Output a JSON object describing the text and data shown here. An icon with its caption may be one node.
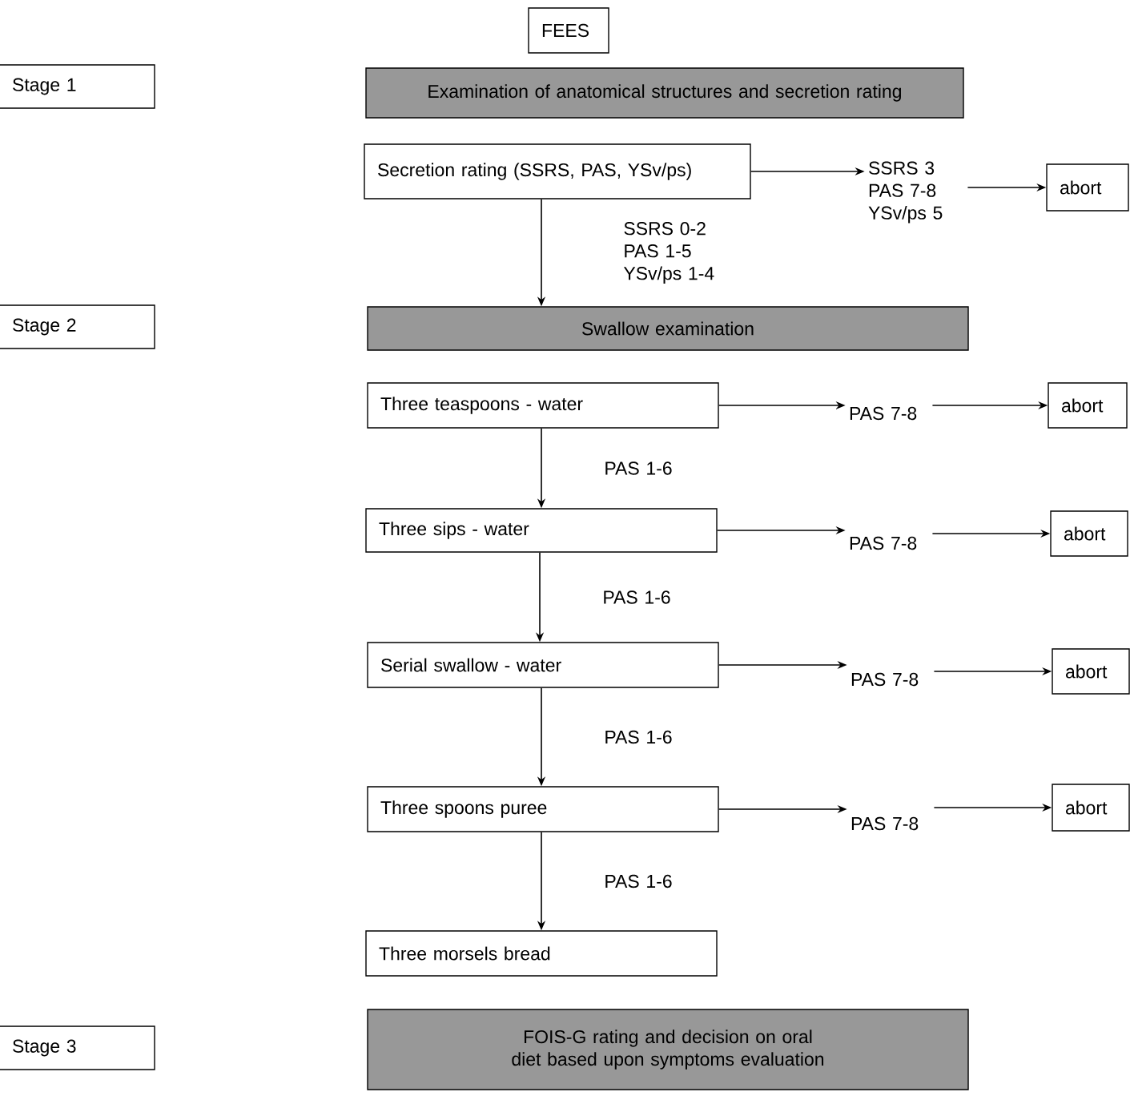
{
  "diagram": {
    "nodes": [
      {
        "text": [
          "FEES"
        ]
      },
      {
        "text": [
          "Stage 1"
        ]
      },
      {
        "text": [
          "Examination of anatomical structures and secretion rating"
        ]
      },
      {
        "text": [
          "Secretion rating (SSRS, PAS, YSv/ps)"
        ]
      },
      {
        "text": [
          "SSRS 3 PAS 7-8 YSv/ps 5"
        ]
      },
      {
        "text": [
          "abort"
        ]
      },
      {
        "text": [
          "Stage 2"
        ]
      },
      {
        "text": [
          "Swallow examination"
        ]
      },
      {
        "text": [
          "Three teaspoons - water"
        ]
      },
      {
        "text": [
          "PAS 7-8"
        ]
      },
      {
        "text": [
          "abort"
        ]
      },
      {
        "text": [
          "Three sips - water"
        ]
      },
      {
        "text": [
          "PAS 7-8"
        ]
      },
      {
        "text": [
          "abort"
        ]
      },
      {
        "text": [
          "Serial swallow - water"
        ]
      },
      {
        "text": [
          "PAS 7-8"
        ]
      },
      {
        "text": [
          "abort"
        ]
      },
      {
        "text": [
          "Three spoons puree"
        ]
      },
      {
        "text": [
          "PAS 7-8"
        ]
      },
      {
        "text": [
          "abort"
        ]
      },
      {
        "text": [
          "Three morsels bread"
        ]
      },
      {
        "text": [
          "Stage 3"
        ]
      },
      {
        "text": [
          "FOIS-G rating and decision on oral diet based upon symptoms evaluation"
        ]
      }
    ],
    "edges": [
      {
        "from": 3,
        "to": 4,
        "arrow": "to"
      },
      {
        "from": 4,
        "to": 5,
        "arrow": "to"
      },
      {
        "from": 3,
        "to": 7,
        "arrow": "to",
        "label": "SSRS 0-2 PAS 1-5 YSv/ps 1-4"
      },
      {
        "from": 8,
        "to": 9,
        "arrow": "to"
      },
      {
        "from": 9,
        "to": 10,
        "arrow": "to"
      },
      {
        "from": 8,
        "to": 11,
        "arrow": "to",
        "label": "PAS 1-6"
      },
      {
        "from": 11,
        "to": 12,
        "arrow": "to"
      },
      {
        "from": 12,
        "to": 13,
        "arrow": "to"
      },
      {
        "from": 11,
        "to": 14,
        "arrow": "to",
        "label": "PAS 1-6"
      },
      {
        "from": 14,
        "to": 15,
        "arrow": "to"
      },
      {
        "from": 15,
        "to": 16,
        "arrow": "to"
      },
      {
        "from": 14,
        "to": 17,
        "arrow": "to",
        "label": "PAS 1-6"
      },
      {
        "from": 17,
        "to": 18,
        "arrow": "to"
      },
      {
        "from": 18,
        "to": 19,
        "arrow": "to"
      },
      {
        "from": 17,
        "to": 20,
        "arrow": "to",
        "label": "PAS 1-6"
      }
    ]
  }
}
